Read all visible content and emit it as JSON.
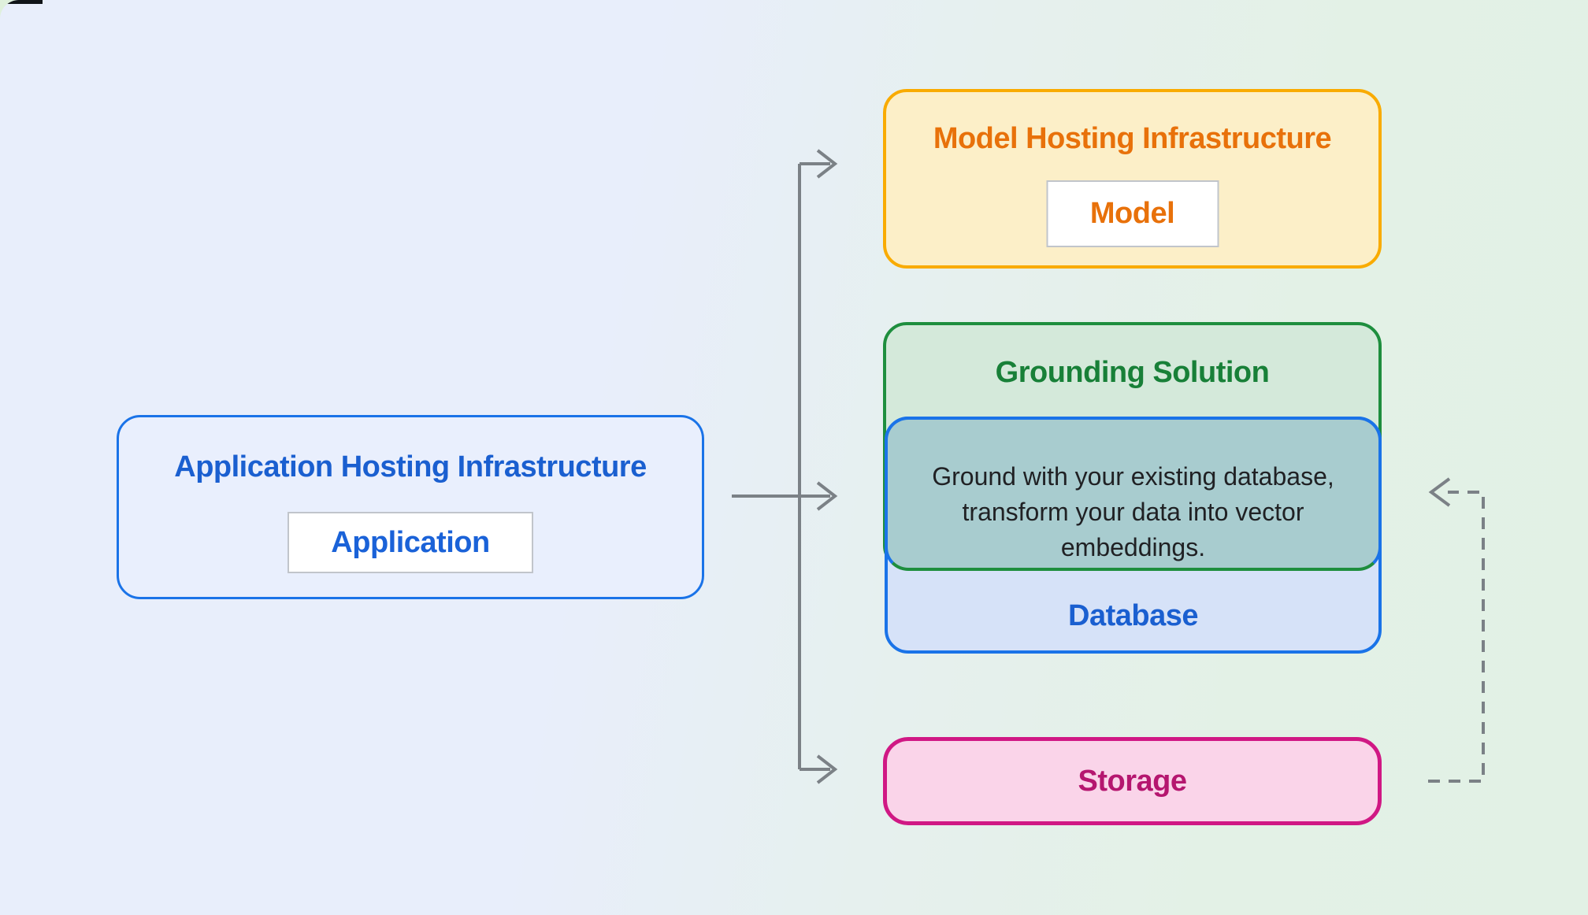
{
  "diagram": {
    "application": {
      "title": "Application Hosting Infrastructure",
      "chip": "Application"
    },
    "model": {
      "title": "Model Hosting Infrastructure",
      "chip": "Model"
    },
    "grounding": {
      "title": "Grounding Solution",
      "description_lines": [
        "Ground with your existing database,",
        "transform your data into vector",
        "embeddings."
      ]
    },
    "database": {
      "label": "Database"
    },
    "storage": {
      "label": "Storage"
    },
    "connections": [
      {
        "from": "application",
        "to": "model-hosting",
        "style": "solid-arrow"
      },
      {
        "from": "application",
        "to": "grounding-solution",
        "style": "solid-arrow"
      },
      {
        "from": "application",
        "to": "storage",
        "style": "solid-arrow"
      },
      {
        "from": "storage",
        "to": "grounding-overlap",
        "style": "dashed-arrow"
      }
    ],
    "colors": {
      "background_left": "#e8eefb",
      "background_right": "#e3f1e6",
      "blue_border": "#1a73e8",
      "blue_text": "#1a5fd0",
      "app_fill": "#e9effd",
      "orange_border": "#f9ab00",
      "orange_text": "#e8710a",
      "orange_fill": "#fcefc8",
      "green_border": "#1e8e3e",
      "green_text": "#188038",
      "green_fill": "#d4e9da",
      "teal_overlap_fill": "#a8cccf",
      "database_fill": "#d6e2f8",
      "pink_border": "#d01884",
      "pink_fill": "#fad4e9",
      "pink_text": "#b5166f",
      "arrow_gray": "#7b8186",
      "paragraph_text": "#202124"
    }
  }
}
